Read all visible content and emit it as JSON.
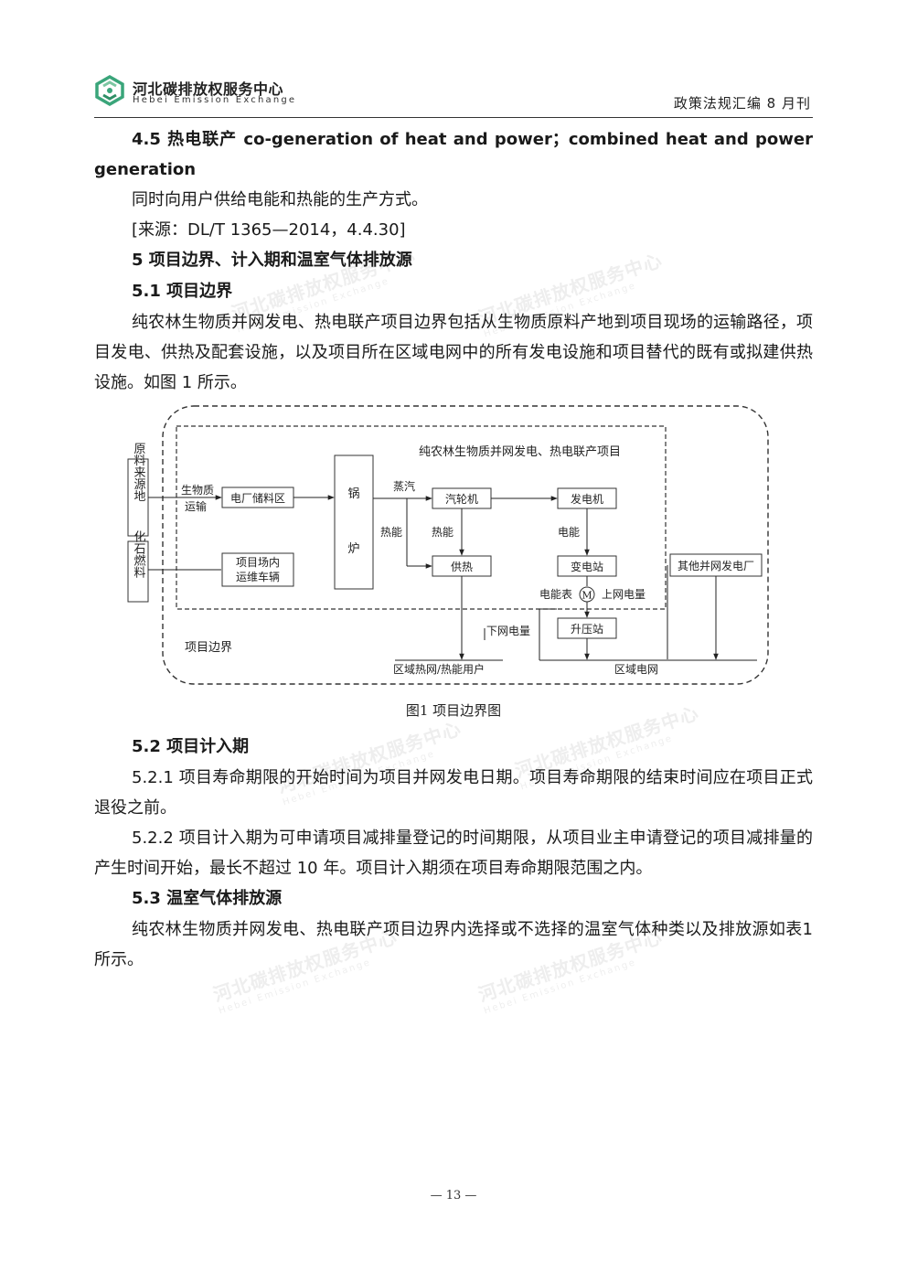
{
  "header": {
    "org_cn": "河北碳排放权服务中心",
    "org_en": "Hebei Emission Exchange",
    "publication": "政策法规汇编 8 月刊",
    "logo_icon": "hebei-emission-exchange-logo-icon",
    "accent_color": "#3aa57a"
  },
  "sections": {
    "s4_5_title": "4.5 热电联产 co-generation of heat and power；combined heat and power generation",
    "s4_5_def": "同时向用户供给电能和热能的生产方式。",
    "s4_5_source": "[来源：DL/T 1365—2014，4.4.30]",
    "s5_title": "5 项目边界、计入期和温室气体排放源",
    "s5_1_title": "5.1 项目边界",
    "s5_1_text": "纯农林生物质并网发电、热电联产项目边界包括从生物质原料产地到项目现场的运输路径，项目发电、供热及配套设施，以及项目所在区域电网中的所有发电设施和项目替代的既有或拟建供热设施。如图 1 所示。",
    "s5_2_title": "5.2 项目计入期",
    "s5_2_1": "5.2.1 项目寿命期限的开始时间为项目并网发电日期。项目寿命期限的结束时间应在项目正式退役之前。",
    "s5_2_2": "5.2.2 项目计入期为可申请项目减排量登记的时间期限，从项目业主申请登记的项目减排量的产生时间开始，最长不超过 10 年。项目计入期须在项目寿命期限范围之内。",
    "s5_3_title": "5.3 温室气体排放源",
    "s5_3_text": "纯农林生物质并网发电、热电联产项目边界内选择或不选择的温室气体种类以及排放源如表1 所示。"
  },
  "figure": {
    "caption": "图1 项目边界图",
    "inner_title": "纯农林生物质并网发电、热电联产项目",
    "boundary_label": "项目边界",
    "raw_source": "原料来源地",
    "fossil_fuel": "化石燃料",
    "biomass_transport": [
      "生物质",
      "运输"
    ],
    "storage": "电厂储料区",
    "vehicles": [
      "项目场内",
      "运维车辆"
    ],
    "boiler": [
      "锅",
      "炉"
    ],
    "steam": "蒸汽",
    "heat_energy_1": "热能",
    "heat_energy_2": "热能",
    "turbine": "汽轮机",
    "generator": "发电机",
    "electricity": "电能",
    "heating": "供热",
    "substation": "变电站",
    "meter": "电能表",
    "meter_symbol": "M",
    "grid_supply": "上网电量",
    "step_up": "升压站",
    "grid_import": "下网电量",
    "other_plants": "其他并网发电厂",
    "heat_users": "区域热网/热能用户",
    "regional_grid": "区域电网"
  },
  "footer": {
    "page_number": "— 13 —"
  },
  "watermark": {
    "cn": "河北碳排放权服务中心",
    "en": "Hebei Emission Exchange"
  }
}
